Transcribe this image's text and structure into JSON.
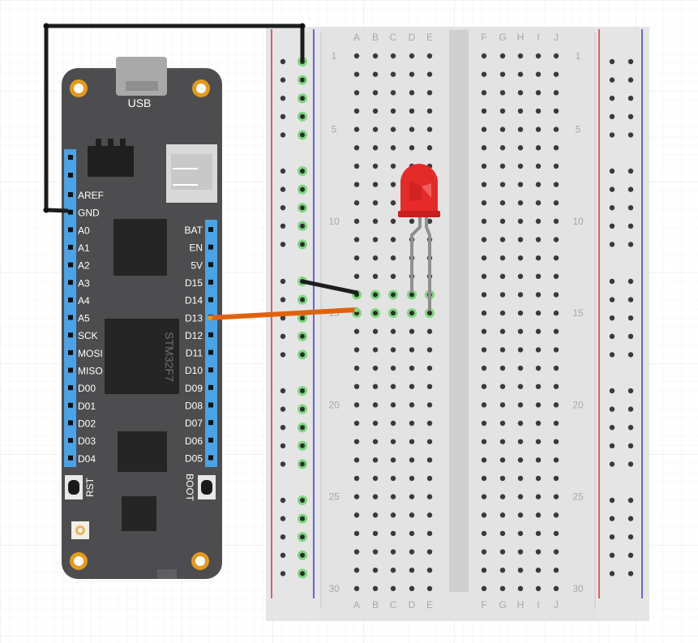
{
  "board": {
    "usb_label": "USB",
    "chip_label": "STM32F7",
    "rst_label": "RST",
    "boot_label": "BOOT",
    "left_pins": [
      "AREF",
      "GND",
      "A0",
      "A1",
      "A2",
      "A3",
      "A4",
      "A5",
      "SCK",
      "MOSI",
      "MISO",
      "D00",
      "D01",
      "D02",
      "D03",
      "D04"
    ],
    "right_pins": [
      "BAT",
      "EN",
      "5V",
      "D15",
      "D14",
      "D13",
      "D12",
      "D11",
      "D10",
      "D09",
      "D08",
      "D07",
      "D06",
      "D05"
    ]
  },
  "breadboard": {
    "left_columns": [
      "A",
      "B",
      "C",
      "D",
      "E"
    ],
    "right_columns": [
      "F",
      "G",
      "H",
      "I",
      "J"
    ],
    "row_numbers": [
      "1",
      "5",
      "10",
      "15",
      "20",
      "25",
      "30"
    ]
  },
  "colors": {
    "board_body": "#4d4d4f",
    "header_strip": "#49a3e6",
    "mounting_hole": "#e59a1a",
    "breadboard": "#e5e5e5",
    "rail_red": "#d23a3a",
    "rail_blue": "#3a3ad2",
    "wire_gnd": "#1d1d1d",
    "wire_signal": "#e0620f",
    "led": "#e52a2a",
    "active_hole": "#7ed67e"
  },
  "parts": {
    "led": "red-led",
    "wire_gnd": "black-wire",
    "wire_signal": "orange-wire"
  }
}
